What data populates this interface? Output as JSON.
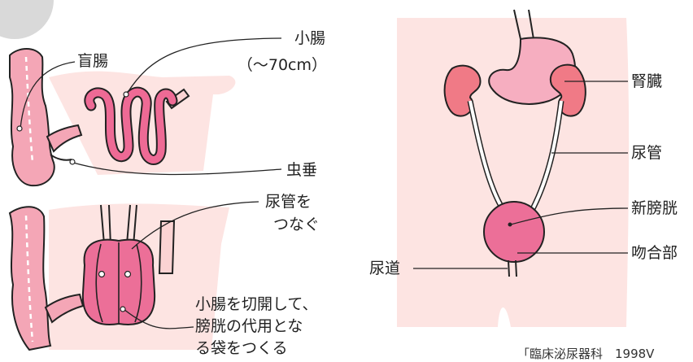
{
  "labels": {
    "cecum": "盲腸",
    "small_intestine": "小腸",
    "small_intestine_length": "（～70cm）",
    "appendix": "虫垂",
    "ureter_connect_line1": "尿管を",
    "ureter_connect_line2": "つなぐ",
    "pouch_line1": "小腸を切開して、",
    "pouch_line2": "膀胱の代用とな",
    "pouch_line3": "る袋をつくる",
    "kidney": "腎臓",
    "ureter": "尿管",
    "neobladder": "新膀胱",
    "anastomosis": "吻合部",
    "urethra": "尿道"
  },
  "source": "「臨床泌尿器科　1998V"
}
